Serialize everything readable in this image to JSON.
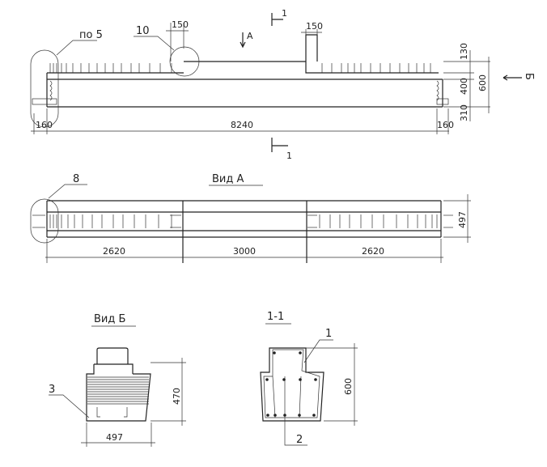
{
  "elevation": {
    "callouts": {
      "po5": "по 5",
      "ten": "10"
    },
    "view_arrow_a": "A",
    "view_arrow_b": "Б",
    "section_mark": "1",
    "dims": {
      "top_left": "150",
      "top_right": "150",
      "d130": "130",
      "d400": "400",
      "d600": "600",
      "d310": "310",
      "left_end": "160",
      "right_end": "160",
      "length": "8240"
    }
  },
  "view_a": {
    "title": "Вид А",
    "callout": "8",
    "dims": {
      "seg1": "2620",
      "seg2": "3000",
      "seg3": "2620",
      "width": "497"
    }
  },
  "view_b": {
    "title": "Вид Б",
    "callout": "3",
    "dims": {
      "height": "470",
      "width": "497"
    }
  },
  "section_1_1": {
    "title": "1-1",
    "callout_1": "1",
    "callout_2": "2",
    "dims": {
      "height": "600"
    }
  }
}
